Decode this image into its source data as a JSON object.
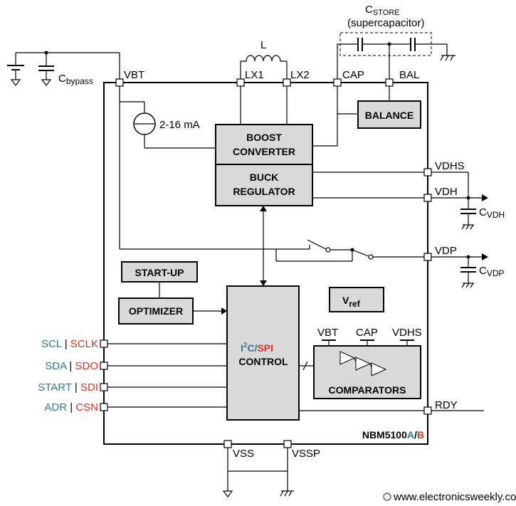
{
  "title": {
    "cstore_main": "C",
    "cstore_sub": "STORE",
    "cstore_note": "(supercapacitor)"
  },
  "components": {
    "inductor": "L",
    "cbypass_main": "C",
    "cbypass_sub": "bypass",
    "cvdh_main": "C",
    "cvdh_sub": "VDH",
    "cvdp_main": "C",
    "cvdp_sub": "VDP",
    "current_source": "2-16 mA"
  },
  "pins": {
    "vbt": "VBT",
    "lx1": "LX1",
    "lx2": "LX2",
    "cap": "CAP",
    "bal": "BAL",
    "vdhs": "VDHS",
    "vdh": "VDH",
    "vdp": "VDP",
    "rdy": "RDY",
    "vss": "VSS",
    "vssp": "VSSP"
  },
  "left_pins": [
    {
      "name": "SCL",
      "sep": " | ",
      "alt": "SCLK"
    },
    {
      "name": "SDA",
      "sep": " | ",
      "alt": "SDO"
    },
    {
      "name": "START",
      "sep": " | ",
      "alt": "SDI"
    },
    {
      "name": "ADR",
      "sep": " | ",
      "alt": "CSN"
    }
  ],
  "blocks": {
    "boost_1": "BOOST",
    "boost_2": "CONVERTER",
    "buck_1": "BUCK",
    "buck_2": "REGULATOR",
    "balance": "BALANCE",
    "startup": "START-UP",
    "optimizer": "OPTIMIZER",
    "vref_main": "V",
    "vref_sub": "ref",
    "ctrl_i": "I",
    "ctrl_sup": "2",
    "ctrl_c": "C/",
    "ctrl_spi": "SPI",
    "ctrl_2": "CONTROL",
    "comparators": "COMPARATORS",
    "cmp_vbt": "VBT",
    "cmp_cap": "CAP",
    "cmp_vdhs": "VDHS"
  },
  "part_number": {
    "prefix": "NBM5100",
    "a": "A",
    "slash": "/",
    "b": "B"
  },
  "watermark": "www.electronicsweekly.com",
  "colors": {
    "teal": "#2a7d8f",
    "red": "#e0301e",
    "block_fill": "#d9d9d9"
  }
}
